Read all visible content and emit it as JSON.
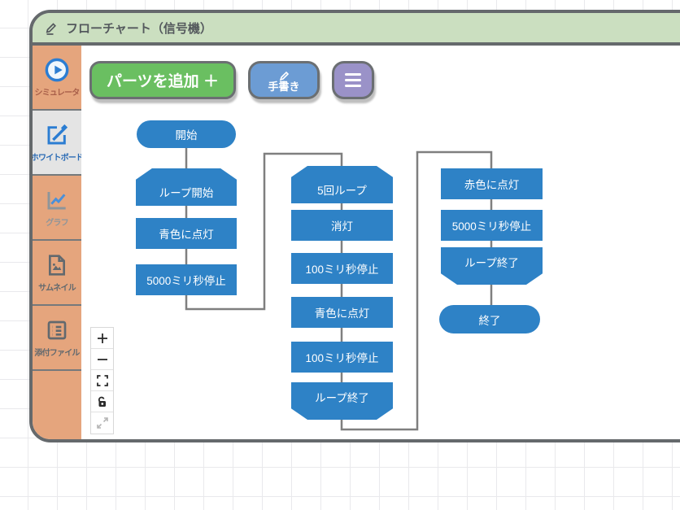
{
  "header": {
    "title": "フローチャート（信号機）",
    "edit_icon": "pencil-icon"
  },
  "sidebar": {
    "items": [
      {
        "label": "シミュレータ",
        "icon": "play-circle-icon",
        "selected": false
      },
      {
        "label": "ホワイトボード",
        "icon": "edit-square-icon",
        "selected": true
      },
      {
        "label": "グラフ",
        "icon": "line-chart-icon",
        "selected": false
      },
      {
        "label": "サムネイル",
        "icon": "image-file-icon",
        "selected": false
      },
      {
        "label": "添付ファイル",
        "icon": "list-icon",
        "selected": false
      }
    ]
  },
  "toolbar": {
    "add_parts_label": "パーツを追加 ＋",
    "handwriting_label": "手書き",
    "menu_button_icon": "hamburger-menu-icon"
  },
  "zoom_controls": {
    "zoom_in_label": "＋",
    "zoom_out_label": "−",
    "buttons": [
      "zoom-in",
      "zoom-out",
      "fit-screen",
      "lock",
      "expand-arrows"
    ]
  },
  "flowchart": {
    "columns": [
      {
        "nodes": [
          {
            "label": "開始",
            "shape": "terminal"
          },
          {
            "label": "ループ開始",
            "shape": "loop-start"
          },
          {
            "label": "青色に点灯",
            "shape": "process"
          },
          {
            "label": "5000ミリ秒停止",
            "shape": "process"
          }
        ]
      },
      {
        "nodes": [
          {
            "label": "5回ループ",
            "shape": "loop-start"
          },
          {
            "label": "消灯",
            "shape": "process"
          },
          {
            "label": "100ミリ秒停止",
            "shape": "process"
          },
          {
            "label": "青色に点灯",
            "shape": "process"
          },
          {
            "label": "100ミリ秒停止",
            "shape": "process"
          },
          {
            "label": "ループ終了",
            "shape": "loop-end"
          }
        ]
      },
      {
        "nodes": [
          {
            "label": "赤色に点灯",
            "shape": "process"
          },
          {
            "label": "5000ミリ秒停止",
            "shape": "process"
          },
          {
            "label": "ループ終了",
            "shape": "loop-end"
          },
          {
            "label": "終了",
            "shape": "terminal"
          }
        ]
      }
    ]
  },
  "colors": {
    "header_green": "#cbdfc0",
    "sidebar_orange": "#e5a57d",
    "selected_item_gray": "#e4e4e4",
    "node_blue": "#2e82c6",
    "connector_gray": "#7f7f7f",
    "button_green": "#6abf61",
    "button_blue": "#6c9cd4",
    "button_purple": "#9a92c8",
    "border_dark_gray": "#65696c",
    "accent_blue_icon": "#2b7dd2"
  }
}
